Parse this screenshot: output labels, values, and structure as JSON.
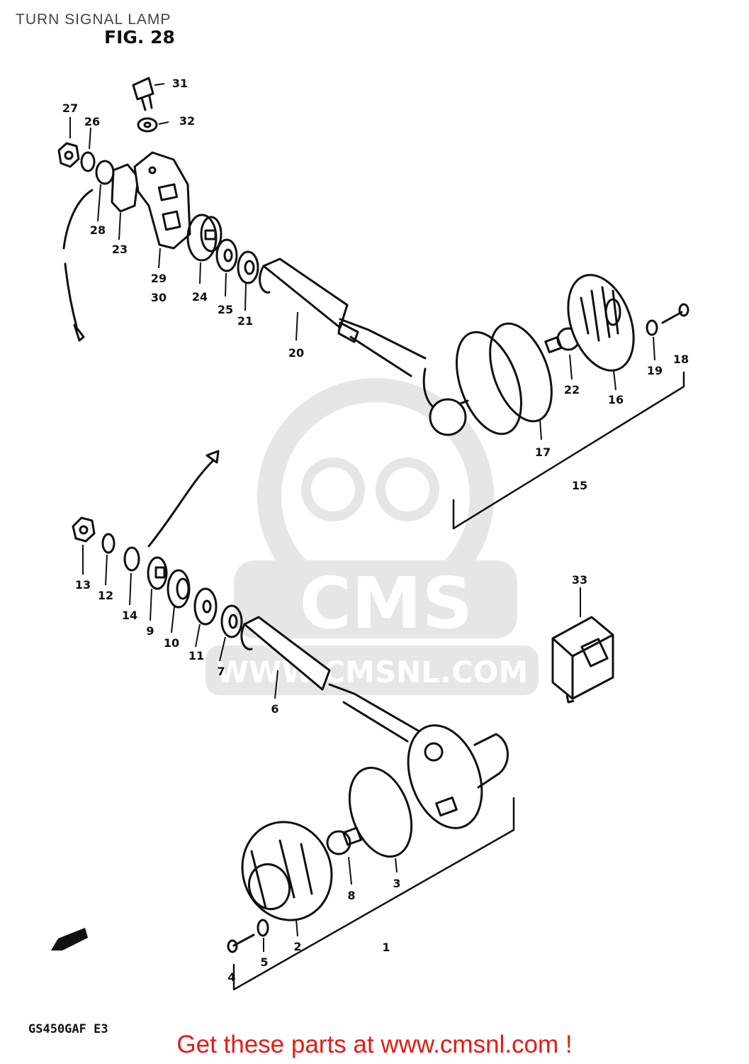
{
  "header": {
    "title": "TURN SIGNAL LAMP",
    "figure": "FIG. 28"
  },
  "watermark": {
    "brand": "CMS",
    "url": "WWW.CMSNL.COM"
  },
  "callouts": {
    "c1": "1",
    "c2": "2",
    "c3": "3",
    "c4": "4",
    "c5": "5",
    "c6": "6",
    "c7": "7",
    "c8": "8",
    "c9": "9",
    "c10": "10",
    "c11": "11",
    "c12": "12",
    "c13": "13",
    "c14": "14",
    "c15": "15",
    "c16": "16",
    "c17": "17",
    "c18": "18",
    "c19": "19",
    "c20": "20",
    "c21": "21",
    "c22": "22",
    "c23": "23",
    "c24": "24",
    "c25": "25",
    "c26": "26",
    "c27": "27",
    "c28": "28",
    "c29": "29",
    "c30": "30",
    "c31": "31",
    "c32": "32",
    "c33": "33"
  },
  "footer": {
    "model": "GS450GAF E3",
    "link_text": "Get these parts at www.cmsnl.com !"
  },
  "colors": {
    "ink": "#111111",
    "watermark": "#e6e6e6",
    "link": "#e41b17"
  },
  "icons": {
    "fwd_arrow": "fwd-arrow-icon"
  }
}
